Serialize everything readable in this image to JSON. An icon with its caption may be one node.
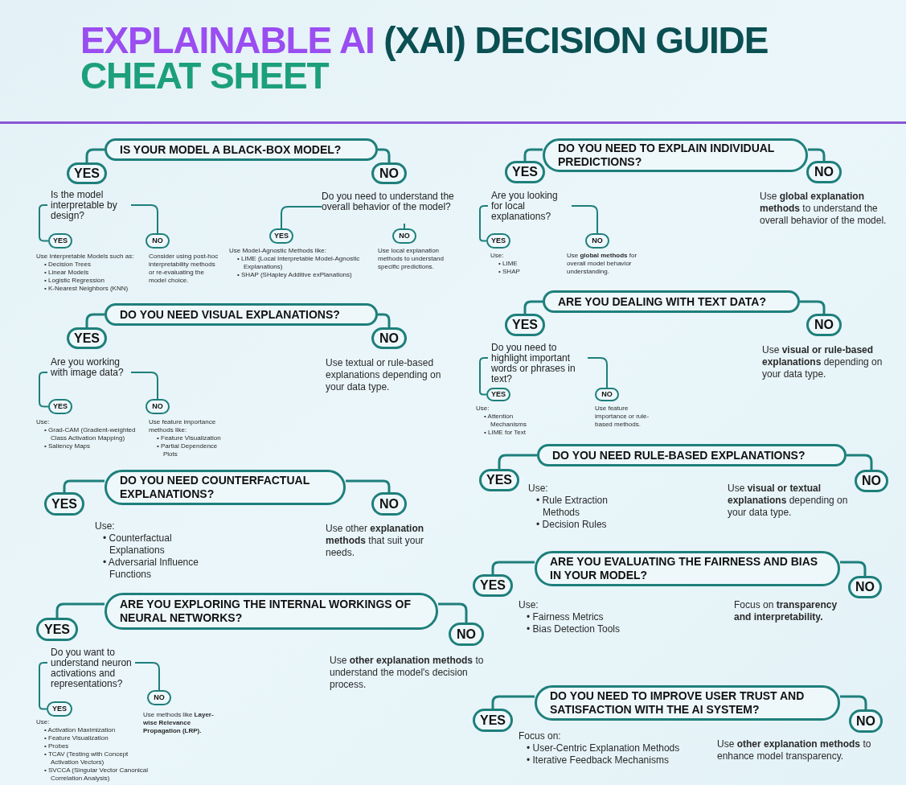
{
  "diagram": {
    "title": "EXPLAINABLE AI (XAI) DECISION GUIDE CHEAT SHEET",
    "nodes": [
      {
        "text": [
          "IS YOUR MODEL A BLACK-BOX MODEL?"
        ]
      },
      {
        "text": [
          "YES"
        ]
      },
      {
        "text": [
          "NO"
        ]
      },
      {
        "text": [
          "Is the model interpretable by design?"
        ]
      },
      {
        "text": [
          "YES"
        ],
        "beside": [
          "Use Interpretable Models such as:",
          "• Decision Trees",
          "• Linear Models",
          "• Logistic Regression",
          "• K-Nearest Neighbors (KNN)"
        ]
      },
      {
        "text": [
          "NO"
        ],
        "beside": [
          "Consider using post-hoc interpretability methods or re-evaluating the model choice."
        ]
      },
      {
        "text": [
          "Do you need to understand the overall behavior of the model?"
        ]
      },
      {
        "text": [
          "YES"
        ],
        "beside": [
          "Use Model-Agnostic Methods like:",
          "• LIME (Local Interpretable Model-Agnostic Explanations)",
          "• SHAP (SHapley Additive exPlanations)"
        ]
      },
      {
        "text": [
          "NO"
        ],
        "beside": [
          "Use local explanation methods to understand specific predictions."
        ]
      },
      {
        "text": [
          "DO YOU NEED TO EXPLAIN INDIVIDUAL PREDICTIONS?"
        ]
      },
      {
        "text": [
          "YES"
        ]
      },
      {
        "text": [
          "NO"
        ],
        "beside": [
          "Use **global explanation methods** to understand the overall behavior of the model."
        ]
      },
      {
        "text": [
          "Are you looking for local explanations?"
        ]
      },
      {
        "text": [
          "YES"
        ],
        "beside": [
          "Use:",
          "• LIME",
          "• SHAP"
        ]
      },
      {
        "text": [
          "NO"
        ],
        "beside": [
          "Use **global methods** for overall model behavior understanding."
        ]
      },
      {
        "text": [
          "DO YOU NEED VISUAL EXPLANATIONS?"
        ]
      },
      {
        "text": [
          "YES"
        ]
      },
      {
        "text": [
          "NO"
        ],
        "beside": [
          "Use textual or rule-based explanations depending on your data type."
        ]
      },
      {
        "text": [
          "Are you working with image data?"
        ]
      },
      {
        "text": [
          "YES"
        ],
        "beside": [
          "Use:",
          "• Grad-CAM (Gradient-weighted Class Activation Mapping)",
          "• Saliency Maps"
        ]
      },
      {
        "text": [
          "NO"
        ],
        "beside": [
          "Use feature importance methods like:",
          "• Feature Visualization",
          "• Partial Dependence Plots"
        ]
      },
      {
        "text": [
          "ARE YOU DEALING WITH TEXT DATA?"
        ]
      },
      {
        "text": [
          "YES"
        ]
      },
      {
        "text": [
          "NO"
        ],
        "beside": [
          "Use **visual or rule-based explanations** depending on your data type."
        ]
      },
      {
        "text": [
          "Do you need to highlight important words or phrases in text?"
        ]
      },
      {
        "text": [
          "YES"
        ],
        "beside": [
          "Use:",
          "• Attention Mechanisms",
          "• LIME for Text"
        ]
      },
      {
        "text": [
          "NO"
        ],
        "beside": [
          "Use feature importance or rule-based methods."
        ]
      },
      {
        "text": [
          "DO YOU NEED COUNTERFACTUAL EXPLANATIONS?"
        ]
      },
      {
        "text": [
          "YES"
        ],
        "beside": [
          "Use:",
          "• Counterfactual Explanations",
          "• Adversarial Influence Functions"
        ]
      },
      {
        "text": [
          "NO"
        ],
        "beside": [
          "Use other **explanation methods** that suit your needs."
        ]
      },
      {
        "text": [
          "DO YOU NEED RULE-BASED EXPLANATIONS?"
        ]
      },
      {
        "text": [
          "YES"
        ],
        "beside": [
          "Use:",
          "• Rule Extraction Methods",
          "• Decision Rules"
        ]
      },
      {
        "text": [
          "NO"
        ],
        "beside": [
          "Use **visual or textual explanations** depending on your data type."
        ]
      },
      {
        "text": [
          "ARE YOU EXPLORING THE INTERNAL WORKINGS OF NEURAL NETWORKS?"
        ]
      },
      {
        "text": [
          "YES"
        ]
      },
      {
        "text": [
          "NO"
        ],
        "beside": [
          "Use **other explanation methods** to understand the model's decision process."
        ]
      },
      {
        "text": [
          "Do you want to understand neuron activations and representations?"
        ]
      },
      {
        "text": [
          "YES"
        ],
        "beside": [
          "Use:",
          "• Activation Maximization",
          "• Feature Visualization",
          "• Probes",
          "• TCAV (Testing with Concept Activation Vectors)",
          "• SVCCA (Singular Vector Canonical Correlation Analysis)"
        ]
      },
      {
        "text": [
          "NO"
        ],
        "beside": [
          "Use methods like **Layer-wise Relevance Propagation (LRP).**"
        ]
      },
      {
        "text": [
          "ARE YOU EVALUATING THE FAIRNESS AND BIAS IN YOUR MODEL?"
        ]
      },
      {
        "text": [
          "YES"
        ],
        "beside": [
          "Use:",
          "• Fairness Metrics",
          "• Bias Detection Tools"
        ]
      },
      {
        "text": [
          "NO"
        ],
        "beside": [
          "Focus on **transparency and interpretability.**"
        ]
      },
      {
        "text": [
          "DO YOU NEED TO IMPROVE USER TRUST AND SATISFACTION WITH THE AI SYSTEM?"
        ]
      },
      {
        "text": [
          "YES"
        ],
        "beside": [
          "Focus on:",
          "• User-Centric Explanation Methods",
          "• Iterative Feedback Mechanisms"
        ]
      },
      {
        "text": [
          "NO"
        ],
        "beside": [
          "Use **other explanation methods** to enhance model transparency."
        ]
      }
    ],
    "edges": [
      {
        "from": 0,
        "to": 1,
        "arrow": "none"
      },
      {
        "from": 0,
        "to": 2,
        "arrow": "none"
      },
      {
        "from": 3,
        "to": 4,
        "arrow": "none"
      },
      {
        "from": 3,
        "to": 5,
        "arrow": "none"
      },
      {
        "from": 6,
        "to": 7,
        "arrow": "none"
      },
      {
        "from": 6,
        "to": 8,
        "arrow": "none"
      },
      {
        "from": 9,
        "to": 10,
        "arrow": "none"
      },
      {
        "from": 9,
        "to": 11,
        "arrow": "none"
      },
      {
        "from": 12,
        "to": 13,
        "arrow": "none"
      },
      {
        "from": 12,
        "to": 14,
        "arrow": "none"
      },
      {
        "from": 15,
        "to": 16,
        "arrow": "none"
      },
      {
        "from": 15,
        "to": 17,
        "arrow": "none"
      },
      {
        "from": 18,
        "to": 19,
        "arrow": "none"
      },
      {
        "from": 18,
        "to": 20,
        "arrow": "none"
      },
      {
        "from": 21,
        "to": 22,
        "arrow": "none"
      },
      {
        "from": 21,
        "to": 23,
        "arrow": "none"
      },
      {
        "from": 24,
        "to": 25,
        "arrow": "none"
      },
      {
        "from": 24,
        "to": 26,
        "arrow": "none"
      },
      {
        "from": 27,
        "to": 28,
        "arrow": "none"
      },
      {
        "from": 27,
        "to": 29,
        "arrow": "none"
      },
      {
        "from": 30,
        "to": 31,
        "arrow": "none"
      },
      {
        "from": 30,
        "to": 32,
        "arrow": "none"
      },
      {
        "from": 33,
        "to": 34,
        "arrow": "none"
      },
      {
        "from": 33,
        "to": 35,
        "arrow": "none"
      },
      {
        "from": 36,
        "to": 37,
        "arrow": "none"
      },
      {
        "from": 36,
        "to": 38,
        "arrow": "none"
      },
      {
        "from": 39,
        "to": 40,
        "arrow": "none"
      },
      {
        "from": 39,
        "to": 41,
        "arrow": "none"
      },
      {
        "from": 42,
        "to": 43,
        "arrow": "none"
      },
      {
        "from": 42,
        "to": 44,
        "arrow": "none"
      }
    ]
  }
}
